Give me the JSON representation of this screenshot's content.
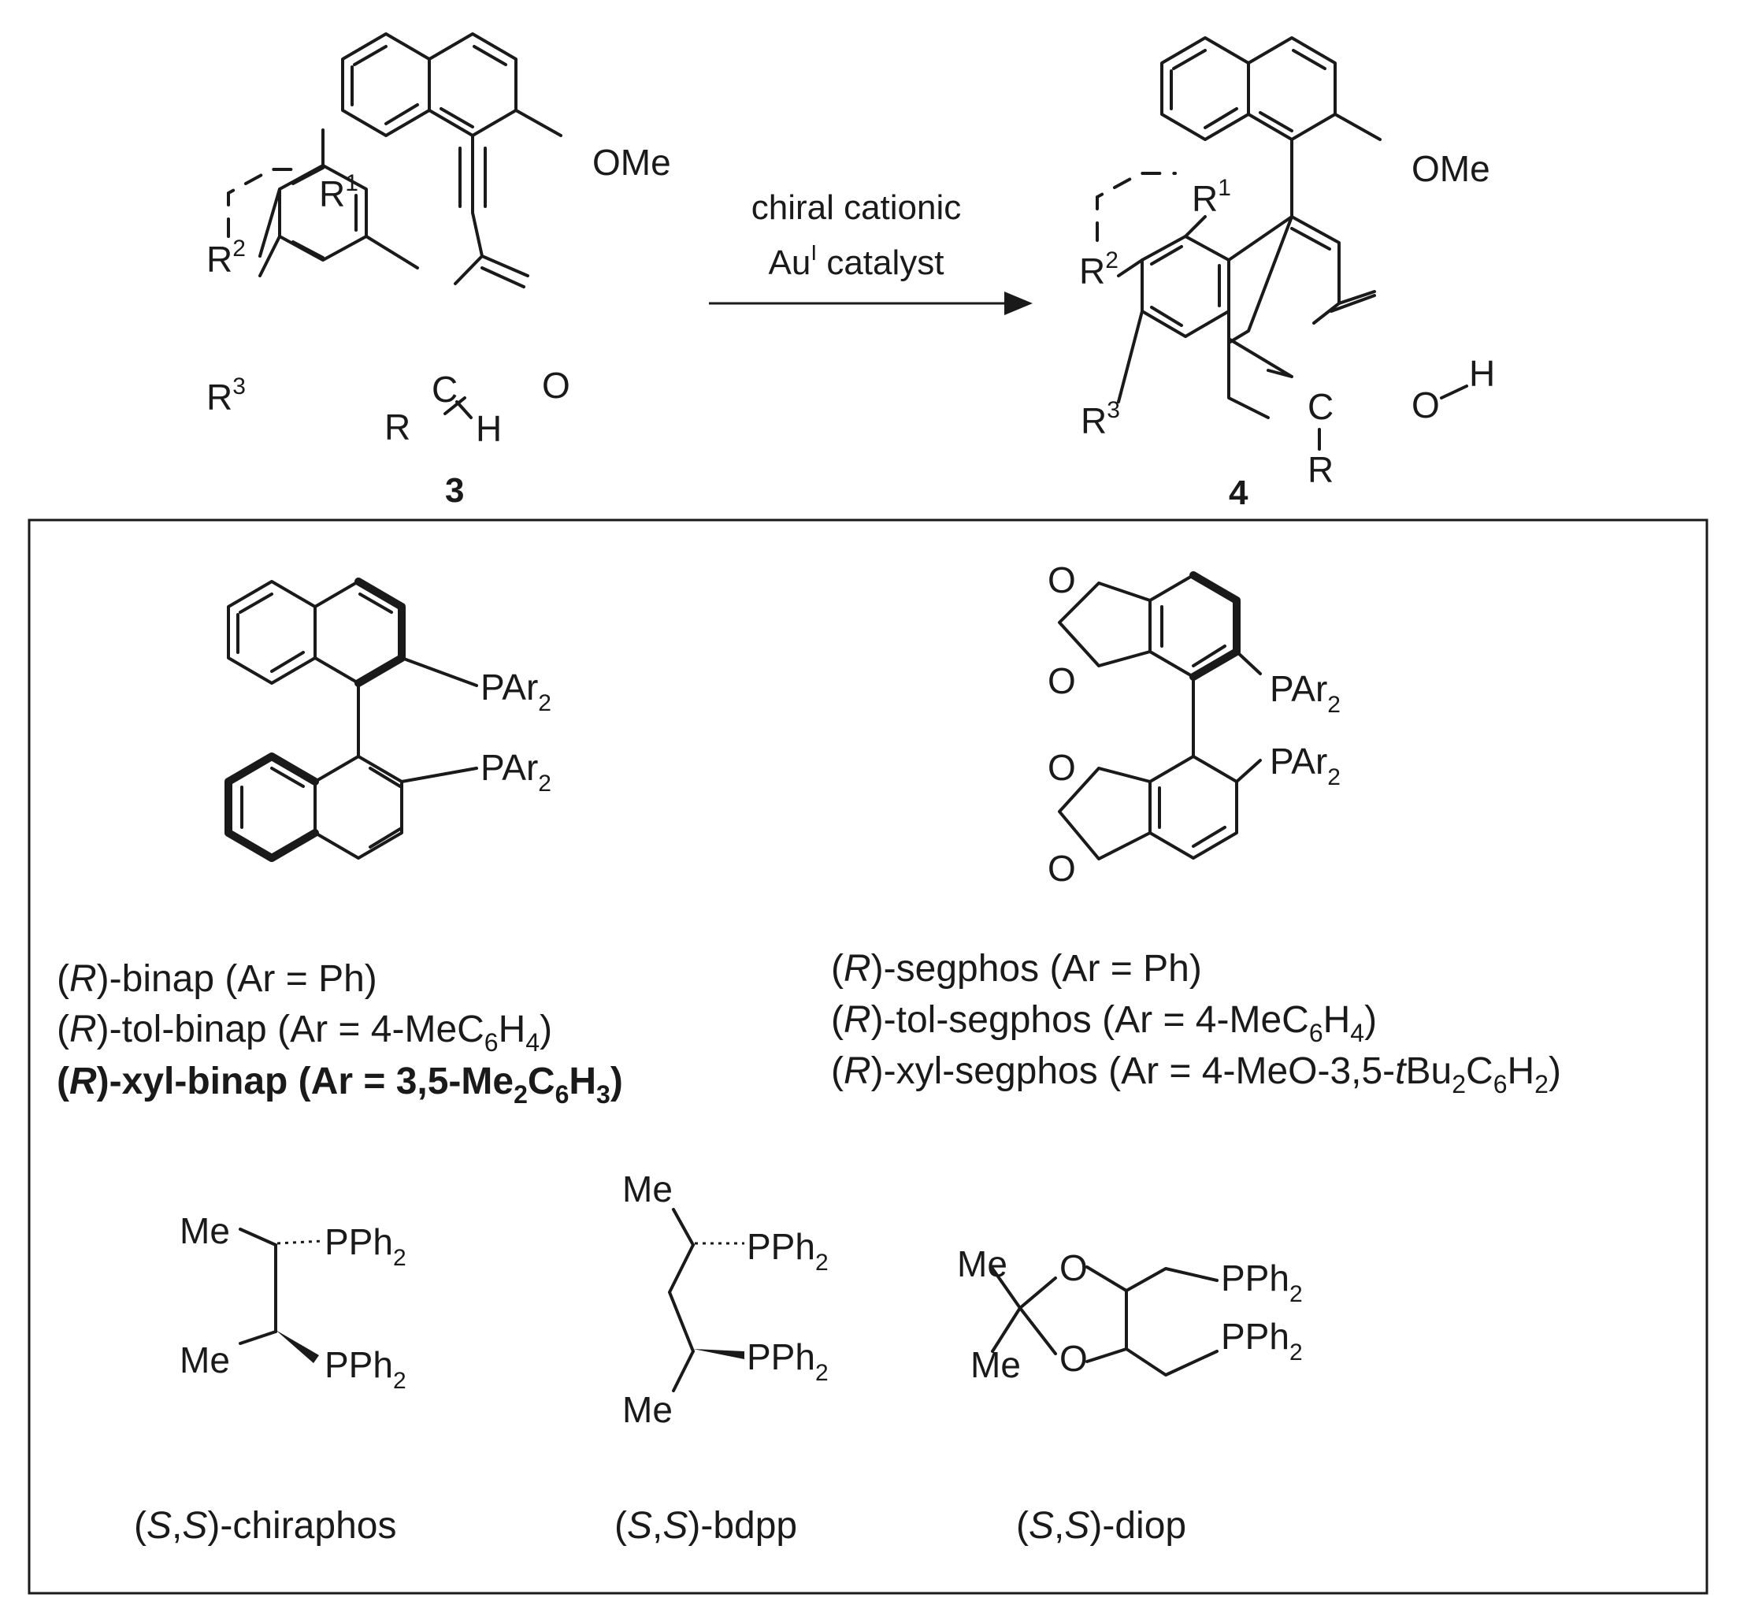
{
  "scheme": {
    "compound_start": "3",
    "compound_product": "4",
    "conditions_line1": "chiral cationic",
    "conditions_line2_pre": "Au",
    "conditions_line2_sup": "I",
    "conditions_line2_post": " catalyst",
    "atoms": {
      "ome": "OMe",
      "r": "R",
      "r_num": "1",
      "r2_num": "2",
      "r3_num": "3",
      "h": "H",
      "o": "O",
      "c": "C",
      "par": "PAr",
      "pph": "PPh",
      "me": "Me",
      "sub2": "2"
    }
  },
  "ligands": {
    "binap": [
      {
        "open": "(",
        "italic": "R",
        "text": ")-binap (Ar = Ph)"
      },
      {
        "open": "(",
        "italic": "R",
        "text": ")-tol-binap (Ar = 4-MeC",
        "s1": "6",
        "m1": "H",
        "s2": "4",
        "end": ")"
      },
      {
        "open": "(",
        "italic": "R",
        "text": ")-xyl-binap (Ar = 3,5-Me",
        "s1": "2",
        "m1": "C",
        "s2": "6",
        "m2": "H",
        "s3": "3",
        "end": ")"
      }
    ],
    "segphos": [
      {
        "open": "(",
        "italic": "R",
        "text": ")-segphos (Ar = Ph)"
      },
      {
        "open": "(",
        "italic": "R",
        "text": ")-tol-segphos (Ar = 4-MeC",
        "s1": "6",
        "m1": "H",
        "s2": "4",
        "end": ")"
      },
      {
        "open": "(",
        "italic": "R",
        "text": ")-xyl-segphos (Ar = 4-MeO-3,5-",
        "it2": "t",
        "m0": "Bu",
        "s1": "2",
        "m1": "C",
        "s2": "6",
        "m2": "H",
        "s3": "2",
        "end": ")"
      }
    ],
    "chiraphos": {
      "open": "(",
      "i1": "S",
      "comma": ",",
      "i2": "S",
      "text": ")-chiraphos"
    },
    "bdpp": {
      "open": "(",
      "i1": "S",
      "comma": ",",
      "i2": "S",
      "text": ")-bdpp"
    },
    "diop": {
      "open": "(",
      "i1": "S",
      "comma": ",",
      "i2": "S",
      "text": ")-diop"
    }
  }
}
